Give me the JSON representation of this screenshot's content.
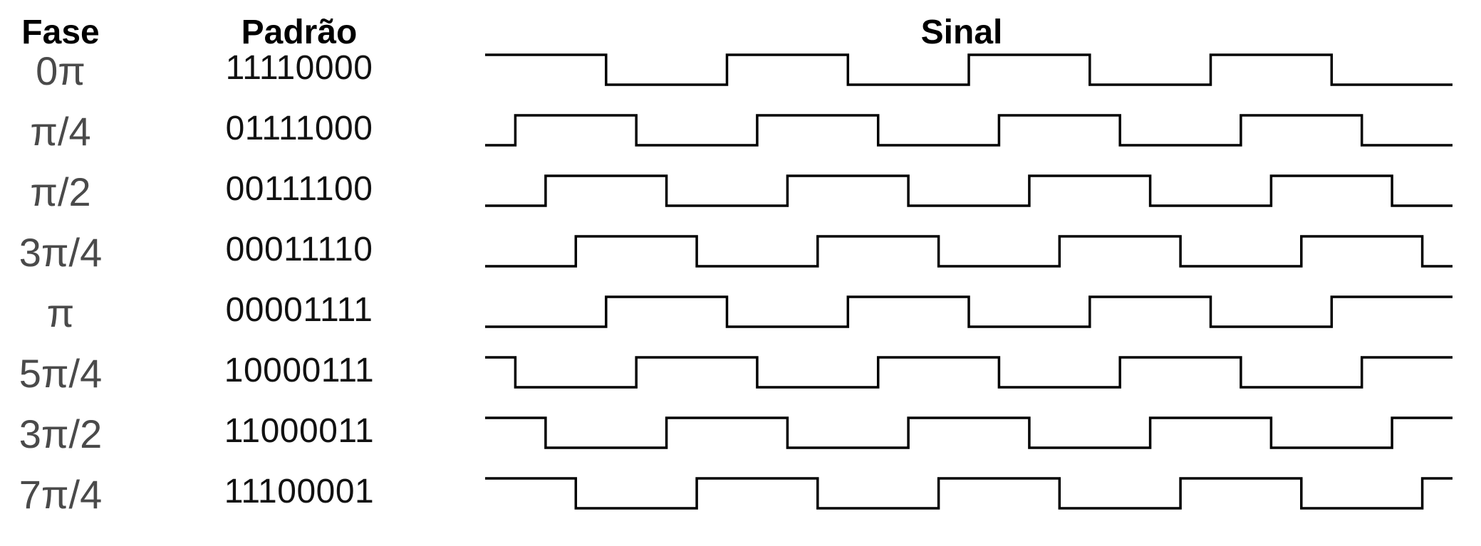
{
  "headers": {
    "phase": "Fase",
    "pattern": "Padrão",
    "signal": "Sinal"
  },
  "rows": [
    {
      "phase": "0π",
      "pattern": "11110000"
    },
    {
      "phase": "π/4",
      "pattern": "01111000"
    },
    {
      "phase": "π/2",
      "pattern": "00111100"
    },
    {
      "phase": "3π/4",
      "pattern": "00011110"
    },
    {
      "phase": "π",
      "pattern": "00001111"
    },
    {
      "phase": "5π/4",
      "pattern": "10000111"
    },
    {
      "phase": "3π/2",
      "pattern": "11000011"
    },
    {
      "phase": "7π/4",
      "pattern": "11100001"
    }
  ],
  "signal": {
    "periods": 4,
    "stroke_color": "#000000"
  }
}
